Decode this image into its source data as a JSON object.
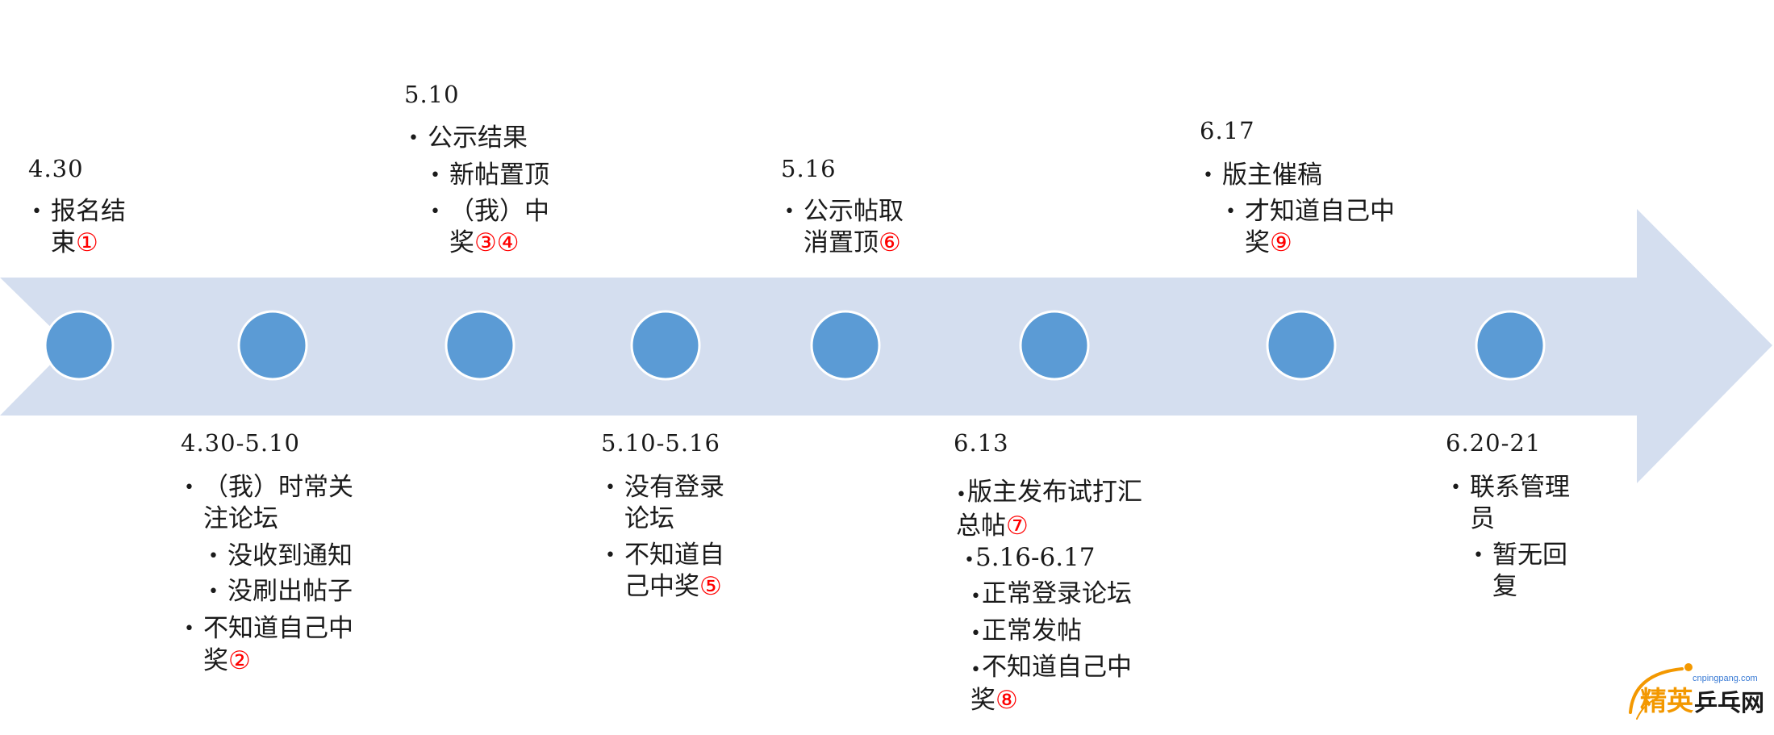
{
  "colors": {
    "band": "#d4deef",
    "node": "#5b9bd5",
    "node_border": "#ffffff",
    "text": "#1a1a1a",
    "mark": "#ff0000"
  },
  "events": [
    {
      "date": "4.30",
      "lines": [
        {
          "text": "报名结"
        },
        {
          "text": "束",
          "mark": "①"
        }
      ]
    },
    {
      "date": "5.10",
      "lines": [
        {
          "text": "公示结果"
        },
        {
          "text": "新帖置顶"
        },
        {
          "text": "（我）中"
        },
        {
          "text": "奖",
          "mark": "③④"
        }
      ]
    },
    {
      "date": "5.16",
      "lines": [
        {
          "text": "公示帖取"
        },
        {
          "text": "消置顶",
          "mark": "⑥"
        }
      ]
    },
    {
      "date": "6.17",
      "lines": [
        {
          "text": "版主催稿"
        },
        {
          "text": "才知道自己中"
        },
        {
          "text": "奖",
          "mark": "⑨"
        }
      ]
    },
    {
      "date": "4.30-5.10",
      "lines": [
        {
          "text": "（我）时常关"
        },
        {
          "text": "注论坛"
        },
        {
          "text": "没收到通知"
        },
        {
          "text": "没刷出帖子"
        },
        {
          "text": "不知道自己中"
        },
        {
          "text": "奖",
          "mark": "②"
        }
      ]
    },
    {
      "date": "5.10-5.16",
      "lines": [
        {
          "text": "没有登录"
        },
        {
          "text": "论坛"
        },
        {
          "text": "不知道自"
        },
        {
          "text": "己中奖",
          "mark": "⑤"
        }
      ]
    },
    {
      "date": "6.13",
      "lines": [
        {
          "text": "版主发布试打汇"
        },
        {
          "text": "总帖",
          "mark": "⑦"
        },
        {
          "text": "5.16-6.17"
        },
        {
          "text": "正常登录论坛"
        },
        {
          "text": "正常发帖"
        },
        {
          "text": "不知道自己中"
        },
        {
          "text": "奖",
          "mark": "⑧"
        }
      ]
    },
    {
      "date": "6.20-21",
      "lines": [
        {
          "text": "联系管理"
        },
        {
          "text": "员"
        },
        {
          "text": "暂无回"
        },
        {
          "text": "复"
        }
      ]
    }
  ],
  "logo": {
    "domain": "cnpingpang.com",
    "brand_a": "精英",
    "brand_b": "乒乓网",
    "color_a": "#f39800",
    "color_b": "#1a1a1a",
    "domain_color": "#3a7bd5"
  }
}
